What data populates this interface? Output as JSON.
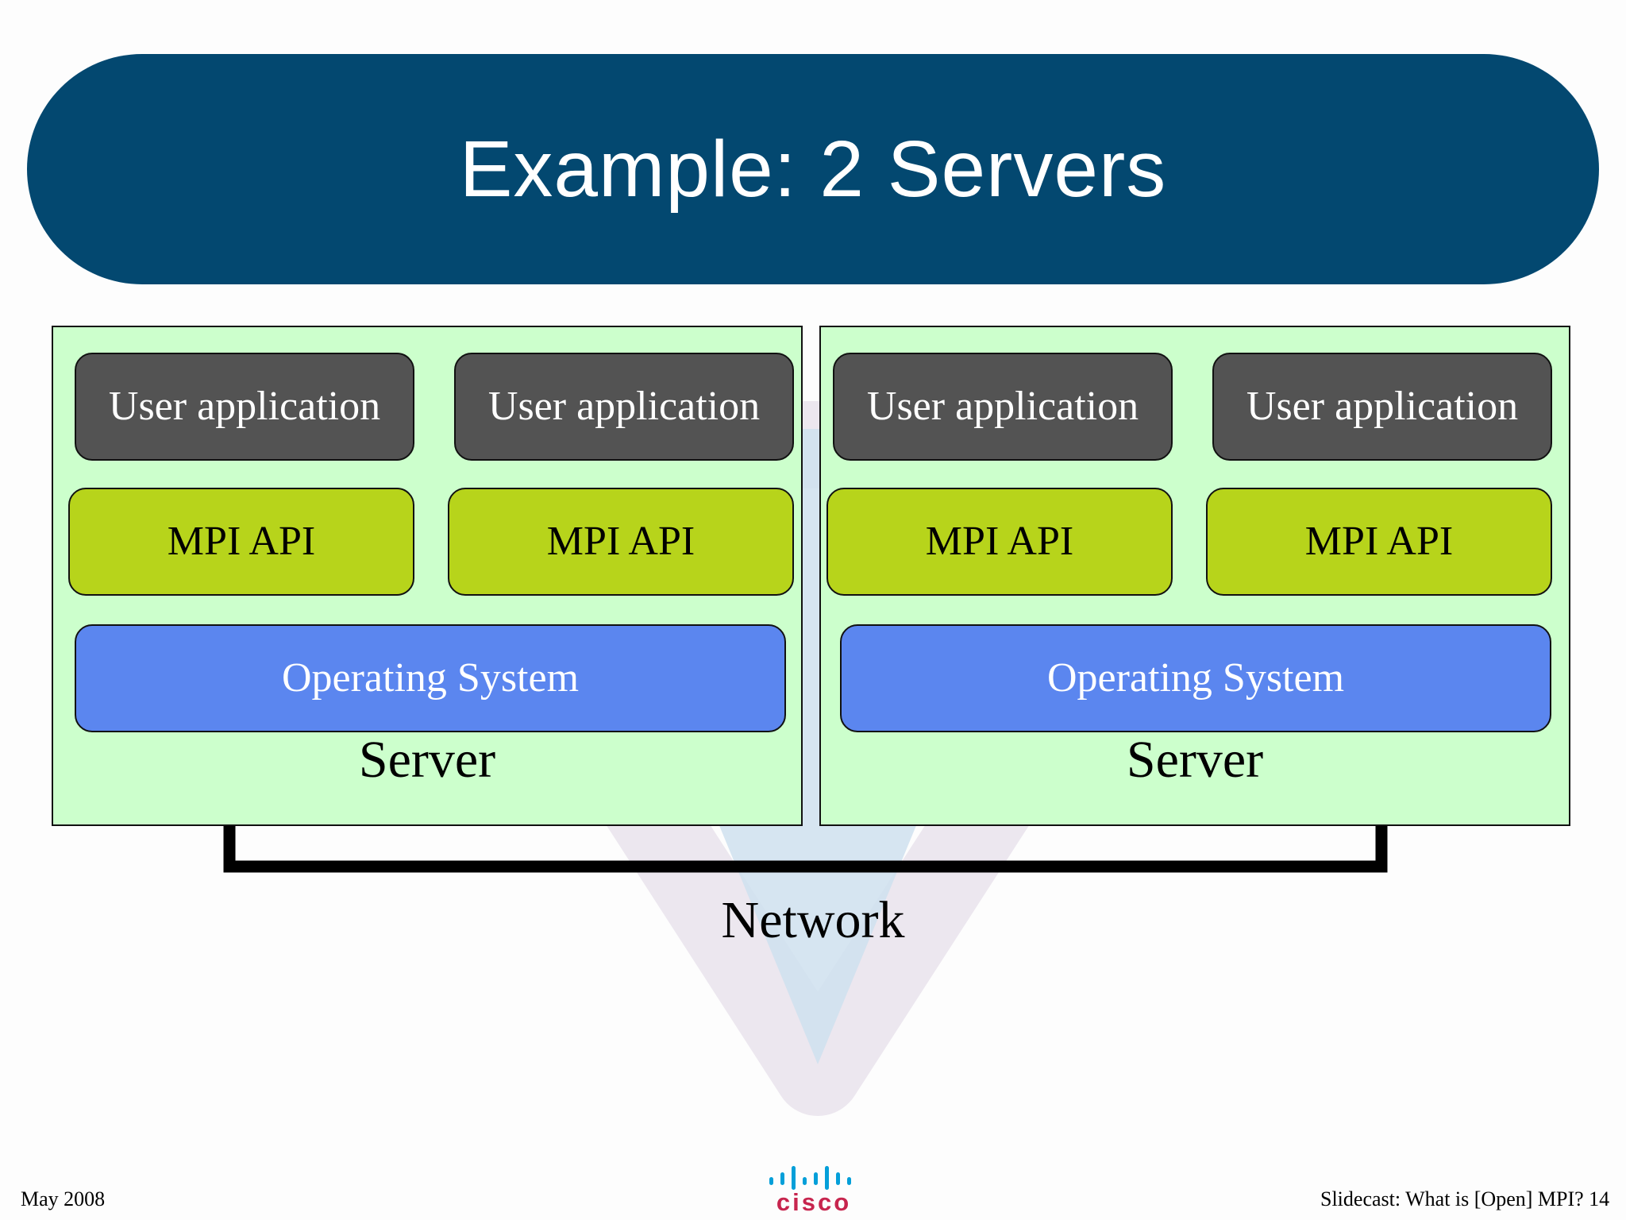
{
  "slide": {
    "title": "Example: 2 Servers",
    "footer_date": "May 2008",
    "footer_text": "Slidecast: What is [Open] MPI? 14",
    "logo_text": "cisco"
  },
  "servers": [
    {
      "label": "Server",
      "apps": [
        "User application",
        "User application"
      ],
      "mpi": [
        "MPI API",
        "MPI API"
      ],
      "os": "Operating System"
    },
    {
      "label": "Server",
      "apps": [
        "User application",
        "User application"
      ],
      "mpi": [
        "MPI API",
        "MPI API"
      ],
      "os": "Operating System"
    }
  ],
  "network": {
    "label": "Network"
  },
  "colors": {
    "title_bg": "#034870",
    "server_bg": "#ccffcc",
    "app_bg": "#535353",
    "mpi_bg": "#b7d41b",
    "os_bg": "#5b86ef",
    "logo_blue": "#049fd9",
    "logo_red": "#c7254e"
  }
}
